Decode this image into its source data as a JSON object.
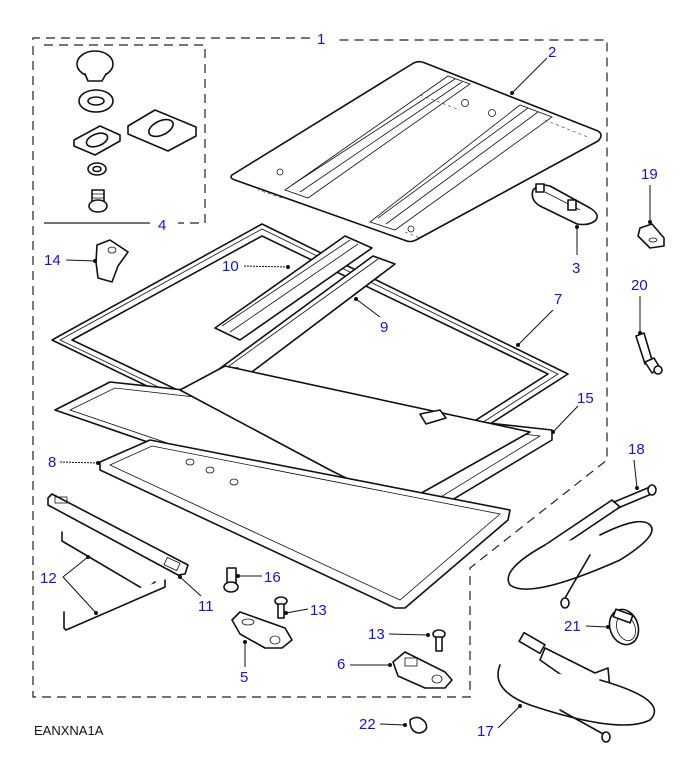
{
  "diagram": {
    "type": "exploded-parts-diagram",
    "drawing_code": "EANXNA1A",
    "callout_color": "#1515c8",
    "line_color": "#111111",
    "groups": [
      {
        "id": "assembly-boundary",
        "callout": "1",
        "style": "dashed"
      },
      {
        "id": "fixing-kit-boundary",
        "callout": "4",
        "style": "dashed"
      }
    ],
    "callouts": [
      {
        "number": "1",
        "part": "sunroof-assembly"
      },
      {
        "number": "2",
        "part": "sunroof-panel"
      },
      {
        "number": "3",
        "part": "handle"
      },
      {
        "number": "4",
        "part": "fixing-kit"
      },
      {
        "number": "5",
        "part": "hinge-bracket"
      },
      {
        "number": "6",
        "part": "hinge-bracket"
      },
      {
        "number": "7",
        "part": "seal"
      },
      {
        "number": "8",
        "part": "frame"
      },
      {
        "number": "9",
        "part": "rail"
      },
      {
        "number": "10",
        "part": "rail"
      },
      {
        "number": "11",
        "part": "deflector-strip"
      },
      {
        "number": "12",
        "part": "wire-rods"
      },
      {
        "number": "13",
        "part": "screw"
      },
      {
        "number": "13",
        "part": "screw"
      },
      {
        "number": "14",
        "part": "clip"
      },
      {
        "number": "15",
        "part": "trim-frame"
      },
      {
        "number": "16",
        "part": "screw"
      },
      {
        "number": "17",
        "part": "drain-tube"
      },
      {
        "number": "18",
        "part": "drain-tube"
      },
      {
        "number": "19",
        "part": "bracket"
      },
      {
        "number": "20",
        "part": "connector"
      },
      {
        "number": "21",
        "part": "hose-clip"
      },
      {
        "number": "22",
        "part": "clip"
      }
    ]
  }
}
